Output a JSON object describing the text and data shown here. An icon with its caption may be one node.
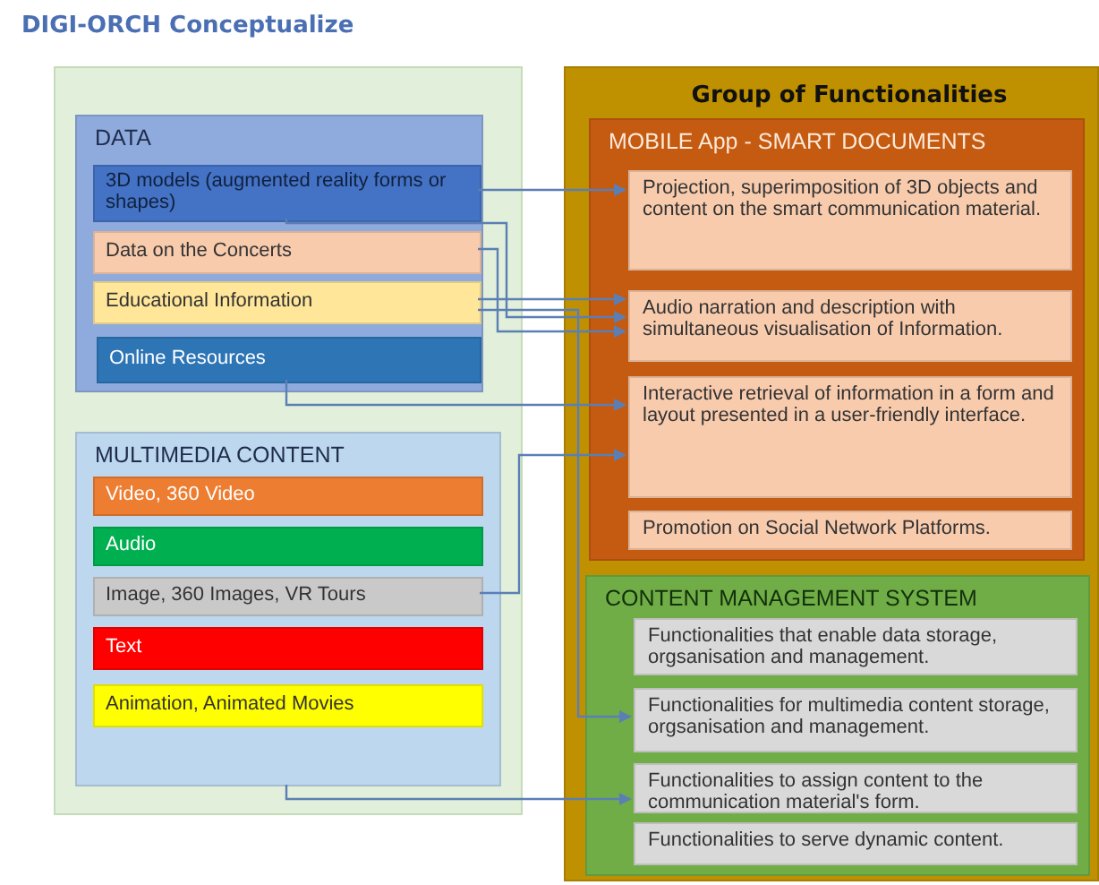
{
  "diagram": {
    "title": "DIGI-ORCH Conceptualize",
    "nodes": [
      {
        "text": [],
        "shape": "box"
      },
      {
        "text": [
          "DATA"
        ],
        "in": 0
      },
      {
        "text": [
          "3D models (augmented reality forms or shapes)"
        ],
        "in": 1
      },
      {
        "text": [
          "Data on the Concerts"
        ],
        "in": 1
      },
      {
        "text": [
          "Educational Information"
        ],
        "in": 1
      },
      {
        "text": [
          "Online Resources"
        ],
        "in": 1
      },
      {
        "text": [
          "MULTIMEDIA CONTENT"
        ],
        "in": 0
      },
      {
        "text": [
          "Video, 360 Video"
        ],
        "in": 6
      },
      {
        "text": [
          "Audio"
        ],
        "in": 6
      },
      {
        "text": [
          "Image, 360 Images, VR Tours"
        ],
        "in": 6
      },
      {
        "text": [
          "Text"
        ],
        "in": 6
      },
      {
        "text": [
          "Animation, Animated Movies"
        ],
        "in": 6
      },
      {
        "text": [
          "Group of Functionalities"
        ]
      },
      {
        "text": [
          "MOBILE App - SMART DOCUMENTS"
        ],
        "in": 12
      },
      {
        "text": [
          "Projection, superimposition of 3D objects and content on the smart communication material."
        ],
        "in": 13
      },
      {
        "text": [
          "Audio narration and description with simultaneous visualisation of Information."
        ],
        "in": 13
      },
      {
        "text": [
          "Interactive retrieval of information in a form and layout presented in a user-friendly interface."
        ],
        "in": 13
      },
      {
        "text": [
          "Promotion on Social Network Platforms."
        ],
        "in": 13
      },
      {
        "text": [
          "CONTENT MANAGEMENT SYSTEM"
        ],
        "in": 12
      },
      {
        "text": [
          "Functionalities that enable data storage, orgsanisation and management."
        ],
        "in": 18
      },
      {
        "text": [
          "Functionalities for multimedia content storage, orgsanisation and management."
        ],
        "in": 18
      },
      {
        "text": [
          "Functionalities to assign content to the communication material's form."
        ],
        "in": 18
      },
      {
        "text": [
          "Functionalities to serve dynamic content."
        ],
        "in": 18
      }
    ],
    "edges": [
      {
        "from": 2,
        "to": 14,
        "arrow": "to"
      },
      {
        "from": 2,
        "to": 15,
        "arrow": "to"
      },
      {
        "from": 3,
        "to": 15,
        "arrow": "to"
      },
      {
        "from": 4,
        "to": 15,
        "arrow": "to"
      },
      {
        "from": 5,
        "to": 16,
        "arrow": "to"
      },
      {
        "from": 9,
        "to": 16,
        "arrow": "to"
      },
      {
        "from": 4,
        "to": 20,
        "arrow": "to"
      },
      {
        "from": 6,
        "to": 21,
        "arrow": "to"
      }
    ]
  }
}
